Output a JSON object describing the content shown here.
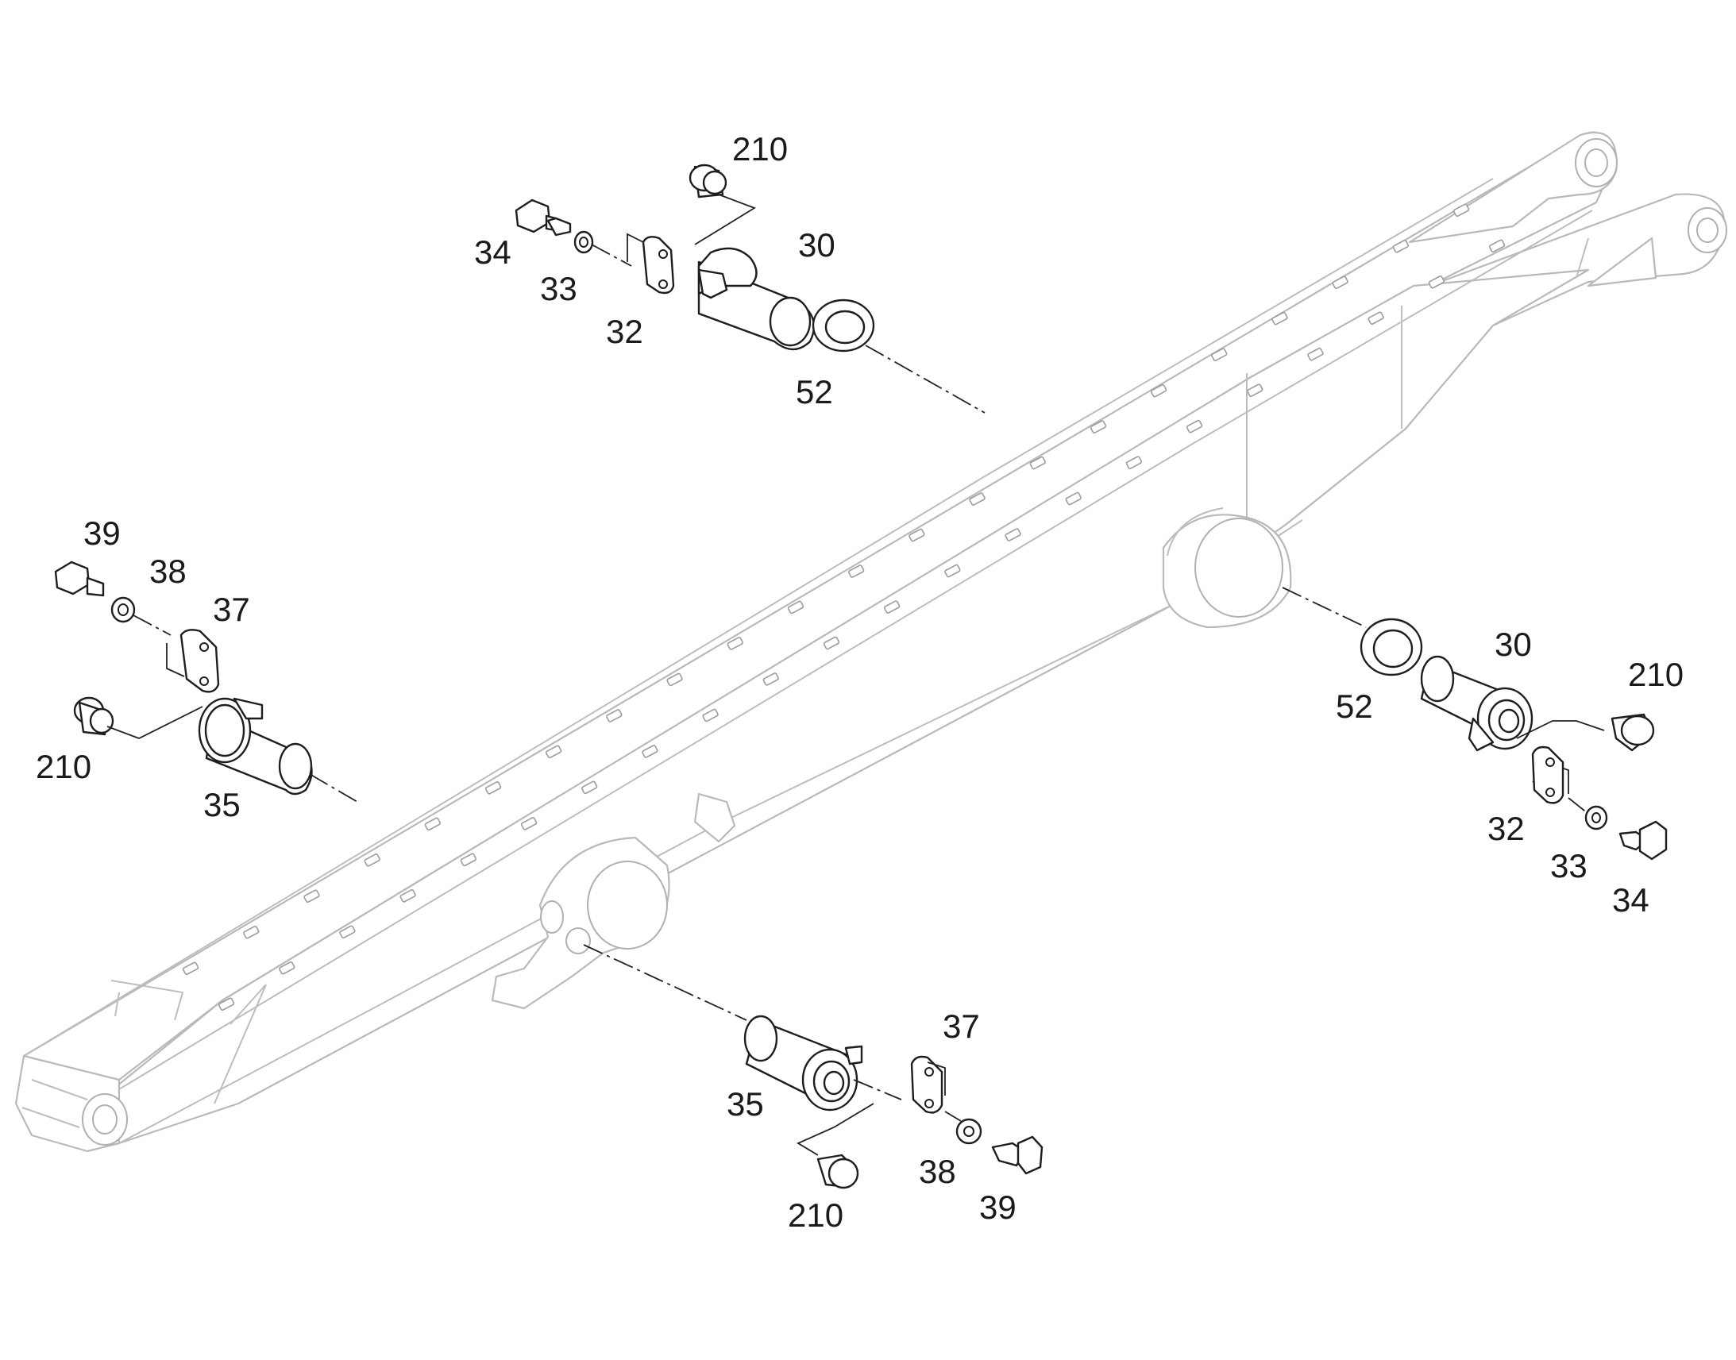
{
  "callouts": {
    "c210_top": "210",
    "c34_top": "34",
    "c33_top": "33",
    "c30_top": "30",
    "c32_top": "32",
    "c52_top": "52",
    "c39_left": "39",
    "c38_left": "38",
    "c37_left": "37",
    "c210_left": "210",
    "c35_left": "35",
    "c30_right": "30",
    "c210_right": "210",
    "c52_right": "52",
    "c32_right": "32",
    "c33_right": "33",
    "c34_right": "34",
    "c37_bottom": "37",
    "c35_bottom": "35",
    "c38_bottom": "38",
    "c39_bottom": "39",
    "c210_bottom": "210"
  }
}
